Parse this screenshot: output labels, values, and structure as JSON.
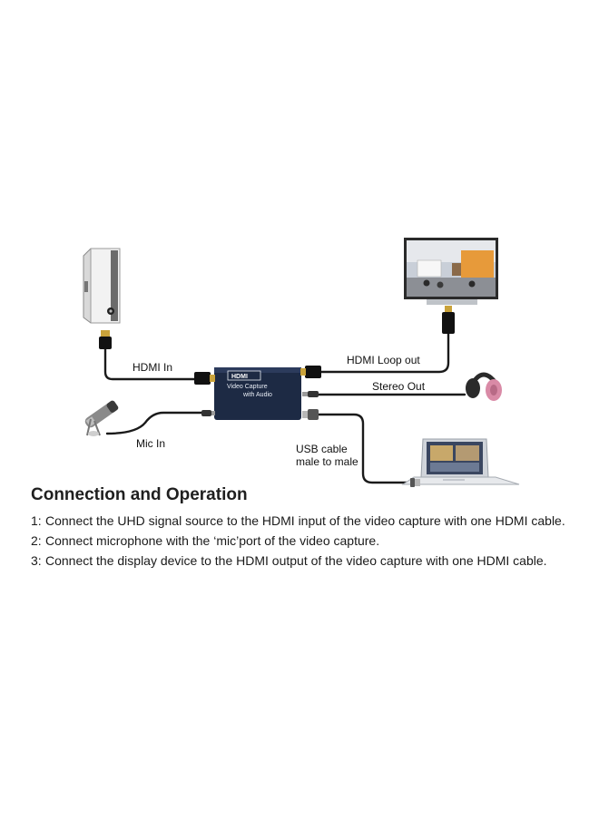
{
  "diagram": {
    "labels": {
      "hdmi_in": "HDMI In",
      "hdmi_loop_out": "HDMI Loop out",
      "stereo_out": "Stereo Out",
      "mic_in": "Mic In",
      "usb_line1": "USB cable",
      "usb_line2": "male to male"
    },
    "device": {
      "logo": "HDMI",
      "line1": "Video   Capture",
      "line2": "with Audio"
    }
  },
  "section": {
    "title": "Connection and Operation",
    "steps": [
      {
        "num": "1:",
        "text": "Connect the UHD signal source to the HDMI input of the video capture with one HDMI cable."
      },
      {
        "num": "2:",
        "text": "Connect microphone with the ‘mic’port of the video capture."
      },
      {
        "num": "3:",
        "text": "Connect the display device to the HDMI output of the video capture with one HDMI cable."
      }
    ]
  },
  "colors": {
    "cable": "#1a1a1a",
    "device": "#1d2a44",
    "headphone_pink": "#d98aa6"
  }
}
